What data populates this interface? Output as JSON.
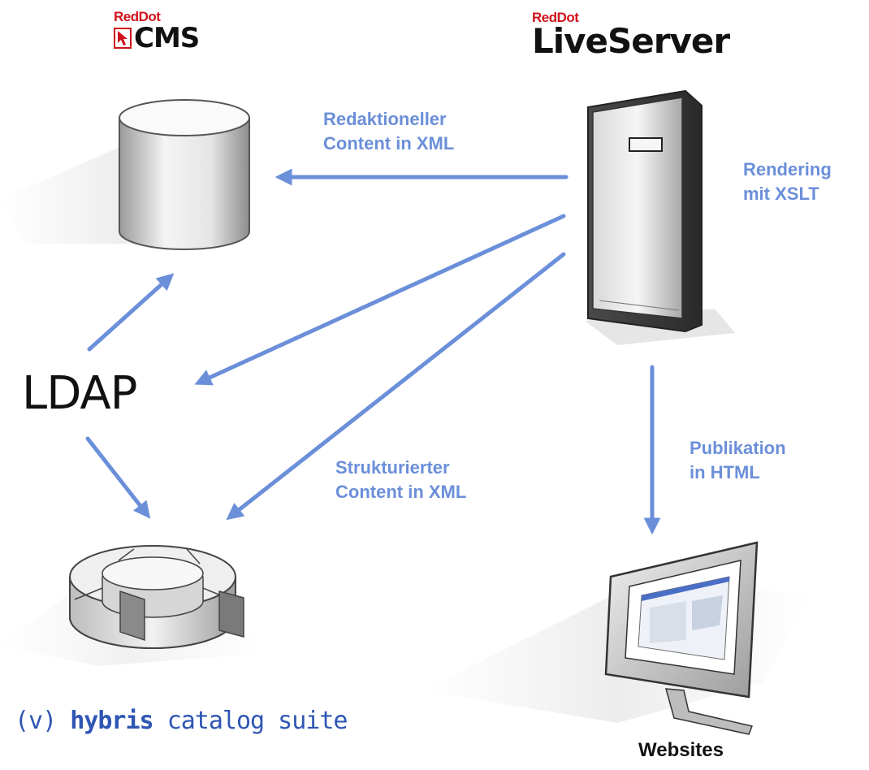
{
  "logos": {
    "cms": {
      "brand": "RedDot",
      "product": "CMS"
    },
    "liveserver": {
      "brand": "RedDot",
      "product": "LiveServer"
    },
    "ldap": "LDAP",
    "hybris": {
      "symbol": "(v)",
      "brand": "hybris",
      "product": "catalog suite"
    }
  },
  "flows": {
    "redaktionell": "Redaktioneller\nContent in XML",
    "rendering": "Rendering\nmit XSLT",
    "strukturiert": "Strukturierter\nContent in XML",
    "publikation": "Publikation\nin HTML"
  },
  "labels": {
    "websites": "Websites"
  },
  "colors": {
    "arrow": "#6b8fd9",
    "label": "#6b8fd9",
    "redDot": "#d0121b",
    "hybris": "#2f56b4"
  }
}
